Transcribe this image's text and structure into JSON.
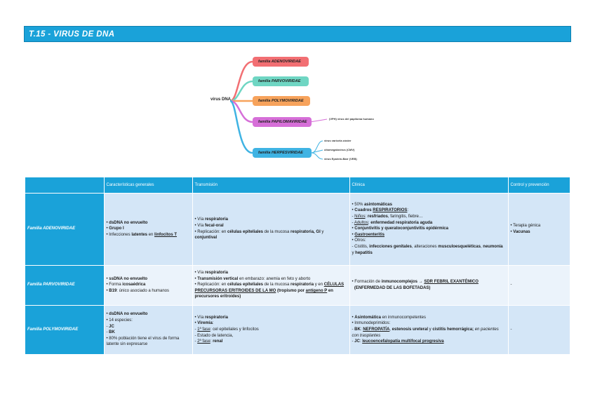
{
  "title": "T.15 - VIRUS DE DNA",
  "mindmap": {
    "root": "virus DNA",
    "branches": [
      {
        "label": "familia ADENOVIRIDAE",
        "color": "#f26f73"
      },
      {
        "label": "familia PARVOVIRIDAE",
        "color": "#6fd6c3"
      },
      {
        "label": "familia POLYMOVIRIDAE",
        "color": "#f7a35c"
      },
      {
        "label": "familia PAPILOMAVIRIDAE",
        "color": "#d66fd8",
        "leaves": [
          "(VPH) virus del papiloma humano"
        ]
      },
      {
        "label": "familia HERPESVIRIDAE",
        "color": "#3fb3e3",
        "leaves": [
          "virus varicela zóster",
          "citomegalovirus (CMV)",
          "virus Epstein-Barr (VEB)"
        ]
      }
    ]
  },
  "table": {
    "headers": [
      "",
      "Características generales",
      "Transmisión",
      "Clínica",
      "Control y prevención"
    ],
    "rows": [
      {
        "family": "Familia ADENOVIRIDAE",
        "general": [
          {
            "bold": "dsDNA no envuelto"
          },
          {
            "bold": "Grupo I"
          },
          {
            "pre": "Infecciones ",
            "bold": "latentes",
            "mid": " en ",
            "ub": "linfocitos T"
          }
        ],
        "transmission": [
          {
            "pre": "Vía ",
            "bold": "respiratoria"
          },
          {
            "pre": "Vía ",
            "bold": "fecal-oral"
          },
          {
            "pre": "Replicación: en ",
            "bold": "células epiteliales",
            "mid": " de la mucosa ",
            "bold2": "respiratoria, GI",
            "mid2": " y ",
            "bold3": "conjuntival"
          }
        ],
        "clinical": {
          "l1": "50% ",
          "l1b": "asintomáticas",
          "l2b": "Cuadros ",
          "l2ub": "RESPIRATORIOS",
          "l2": ":",
          "l3u": "Niños",
          "l3": ": ",
          "l3b": "resfriados",
          "l3c": ", faringitis, fiebre…",
          "l4u": "Adultos",
          "l4": ": ",
          "l4b": "enfermedad respiratoria aguda",
          "l5b": "Conjuntivitis y queratoconjuntivitis epidérmica",
          "l6ub": "Gastroenteritis",
          "l7": "Otros:",
          "l8a": "Cistitis, ",
          "l8b": "infecciones genitales",
          "l8c": ", alteraciones ",
          "l8d": "musculoesqueléticas",
          "l8e": ", ",
          "l8f": "neumonía",
          "l8g": " y ",
          "l8h": "hepatitis"
        },
        "control": [
          {
            "pre": "Terapia génica"
          },
          {
            "bold": "Vacunas"
          }
        ]
      },
      {
        "family": "Familia PARVOVIRIDAE",
        "general": [
          {
            "bold": "ssDNA no envuelto"
          },
          {
            "pre": "Forma ",
            "bold": "icosaédrica"
          },
          {
            "bold": "B19",
            "mid": ": único asociado a humanos"
          }
        ],
        "transmission": {
          "l1": "Vía ",
          "l1b": "respiratoria",
          "l2b": "Transmisión vertical",
          "l2": " en embarazo: anemia en feto y aborto",
          "l3": "Replicación: en ",
          "l3b": "células epiteliales",
          "l3c": " de la mucosa ",
          "l3d": "respiratoria",
          "l3e": " y en ",
          "l3ub": "CÉLULAS PRECURSORAS ERITROIDES DE LA MO",
          "l3f": " (tropismo por ",
          "l3ub2": "antígeno P",
          "l3g": " en precursores eritroides)"
        },
        "clinical": {
          "l1": "Formación de ",
          "l1b": "inmunocomplejos",
          "l1arrow": " → ",
          "l1ub": "SDR FEBRIL EXANTÉMICO",
          "l2b": "(ENFERMEDAD DE LAS BOFETADAS)"
        },
        "control": "-"
      },
      {
        "family": "Familia POLYMOVIRIDAE",
        "general": {
          "l1b": "dsDNA no envuelto",
          "l2": "14 especies:",
          "l3": "- ",
          "l3b": "JC",
          "l4": "- ",
          "l4b": "BK",
          "l5": "80% población tiene el virus de forma latente sin expresarse"
        },
        "transmission": {
          "l1": "Vía ",
          "l1b": "respiratoria",
          "l2b": "Viremia",
          "l2": ":",
          "l3": "- ",
          "l3u": "1ª fase",
          "l3c": ": cel epiteliales y linfocitos",
          "l4": "- Estado de latencia,",
          "l5": "- ",
          "l5u": "2ª fase",
          "l5c": ": ",
          "l5b": "renal"
        },
        "clinical": {
          "l1b": "Asintomática",
          "l1": " en inmunocompetentes",
          "l2": "Inmunodeprimidos:",
          "l3": "- ",
          "l3b": "BK",
          "l3c": ": ",
          "l3ub": "NEFROPATÍA",
          "l3d": ", ",
          "l3b2": "estenosis ureteral",
          "l3e": " y ",
          "l3b3": "cistitis hemorrágica;",
          "l3i": " en pacientes con trasplantes",
          "l4": "- ",
          "l4b": "JC",
          "l4c": ": ",
          "l4ub": "leucoencefalopatía multifocal progresiva"
        },
        "control": "-"
      }
    ]
  }
}
